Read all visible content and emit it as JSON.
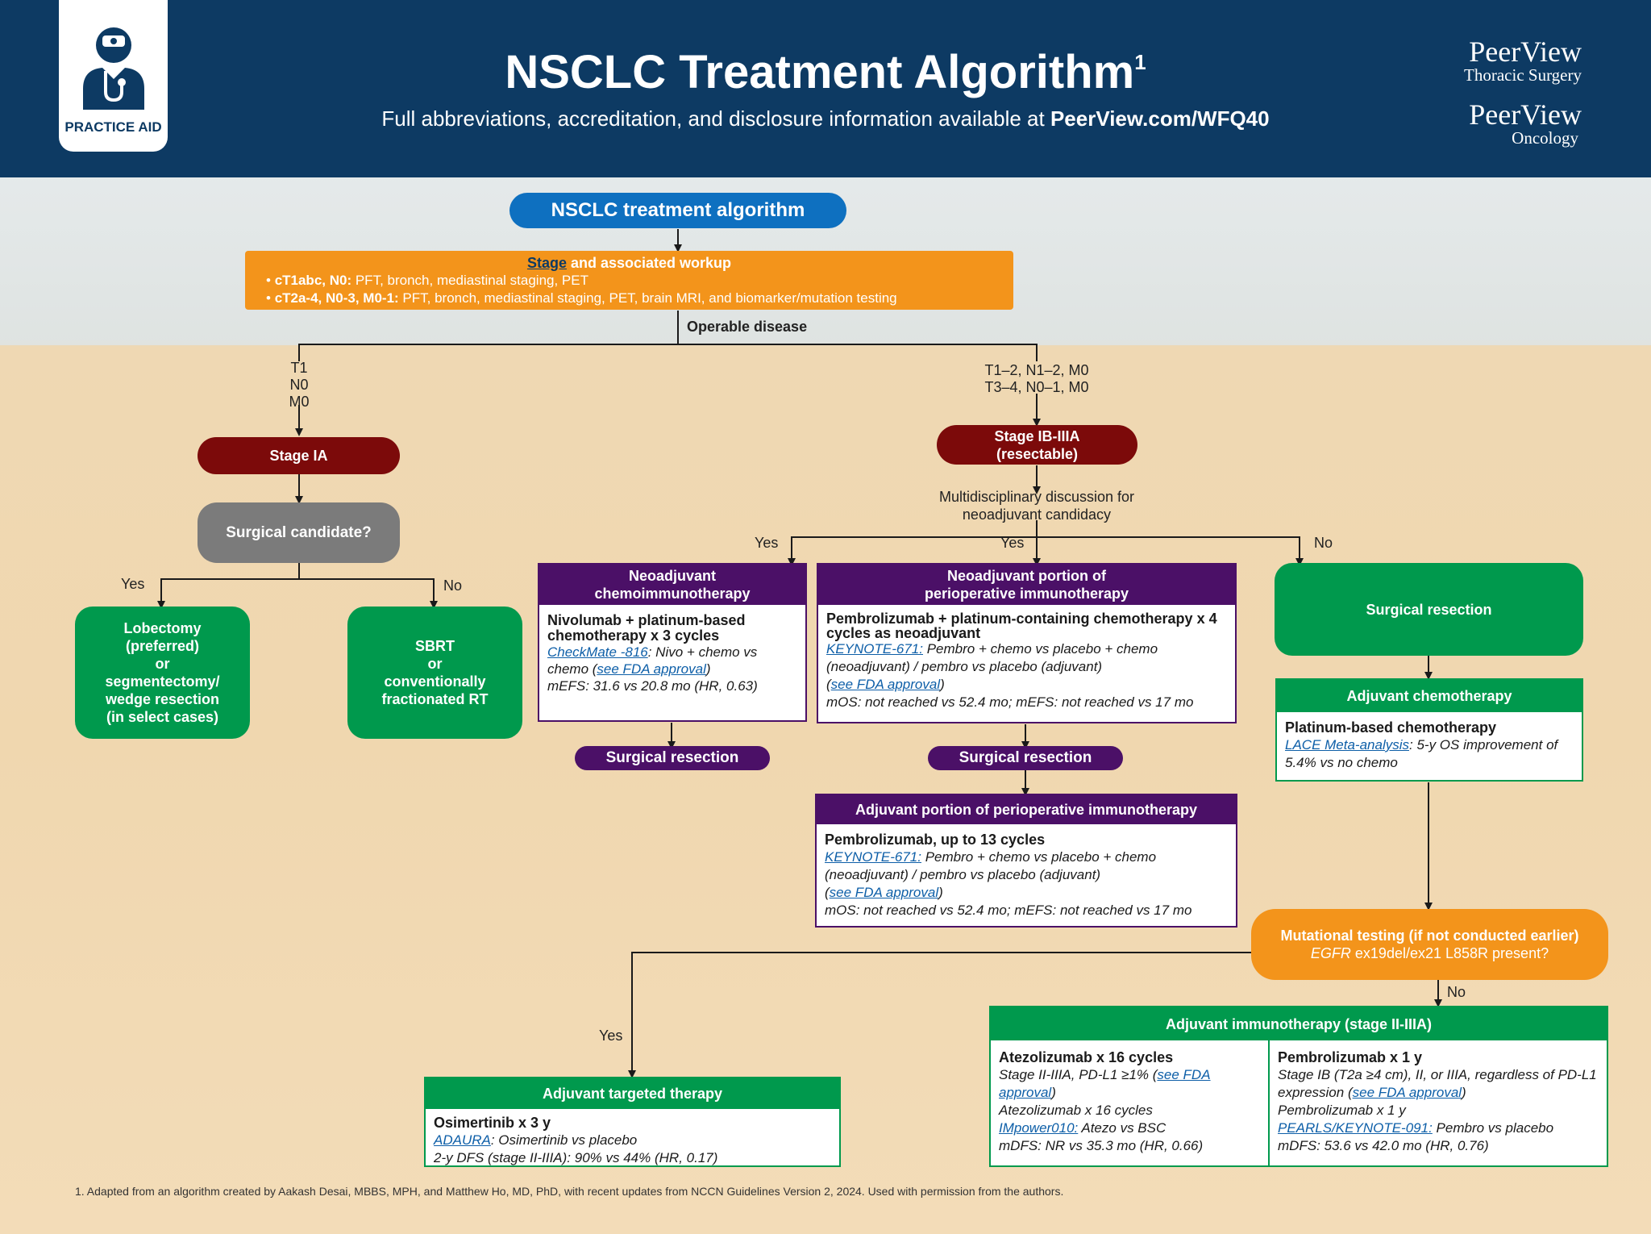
{
  "header": {
    "badge_label": "PRACTICE AID",
    "title": "NSCLC Treatment Algorithm",
    "title_sup": "1",
    "subtitle_prefix": "Full abbreviations, accreditation, and disclosure information available at ",
    "subtitle_link": "PeerView.com/WFQ40",
    "brand1_name": "PeerView",
    "brand1_sub": "Thoracic Surgery",
    "brand2_name": "PeerView",
    "brand2_sub": "Oncology"
  },
  "root": "NSCLC treatment algorithm",
  "workup": {
    "title_link": "Stage",
    "title_rest": " and associated workup",
    "line1_bold": "cT1abc, N0:",
    "line1_rest": " PFT, bronch, mediastinal staging, PET",
    "line2_bold": "cT2a-4, N0-3, M0-1:",
    "line2_rest": " PFT, bronch, mediastinal staging, PET, brain MRI, and biomarker/mutation testing"
  },
  "operable": "Operable disease",
  "left_branch": {
    "label": [
      "T1",
      "N0",
      "M0"
    ],
    "stage": "Stage IA",
    "question": "Surgical candidate?",
    "yes": "Yes",
    "no": "No",
    "lobectomy": [
      "Lobectomy",
      "(preferred)",
      "or",
      "segmentectomy/",
      "wedge resection",
      "(in select cases)"
    ],
    "sbrt": [
      "SBRT",
      "or",
      "conventionally",
      "fractionated RT"
    ]
  },
  "right_branch": {
    "label": [
      "T1–2, N1–2, M0",
      "T3–4, N0–1, M0"
    ],
    "stage": [
      "Stage IB-IIIA",
      "(resectable)"
    ],
    "discussion": [
      "Multidisciplinary discussion for",
      "neoadjuvant candidacy"
    ],
    "yes1": "Yes",
    "yes2": "Yes",
    "no": "No"
  },
  "neo_chemo": {
    "header": [
      "Neoadjuvant",
      "chemoimmunotherapy"
    ],
    "strong": "Nivolumab + platinum-based chemotherapy x 3 cycles",
    "trial": "CheckMate -816",
    "trial_rest": ": Nivo + chemo vs chemo (",
    "fda": "see FDA approval",
    "fda_close": ")",
    "result": "mEFS: 31.6 vs 20.8 mo (HR, 0.63)"
  },
  "neo_peri": {
    "header": [
      "Neoadjuvant portion of",
      "perioperative immunotherapy"
    ],
    "strong": "Pembrolizumab + platinum-containing chemotherapy x 4 cycles as neoadjuvant",
    "trial": "KEYNOTE-671:",
    "trial_rest": " Pembro + chemo vs placebo + chemo (neoadjuvant) / pembro vs placebo (adjuvant)",
    "fda_open": "(",
    "fda": "see FDA approval",
    "fda_close": ")",
    "result": "mOS: not reached vs 52.4 mo; mEFS: not reached vs 17 mo"
  },
  "surgical_resection_1": "Surgical resection",
  "surgical_resection_2": "Surgical resection",
  "surgical_resection_3": "Surgical resection",
  "adj_peri": {
    "header": "Adjuvant portion of perioperative immunotherapy",
    "strong": "Pembrolizumab, up to 13 cycles",
    "trial": "KEYNOTE-671:",
    "trial_rest": " Pembro + chemo vs placebo + chemo (neoadjuvant) / pembro vs placebo (adjuvant)",
    "fda_open": "(",
    "fda": "see FDA approval",
    "fda_close": ")",
    "result": "mOS: not reached vs 52.4 mo; mEFS: not reached vs 17 mo"
  },
  "adj_chemo": {
    "header": "Adjuvant chemotherapy",
    "strong": "Platinum-based chemotherapy",
    "trial": "LACE Meta-analysis",
    "trial_rest": ": 5-y OS improvement of 5.4% vs no chemo"
  },
  "mutational": {
    "line1": "Mutational testing (if not conducted earlier)",
    "gene": "EGFR",
    "line2_rest": " ex19del/ex21 L858R present?",
    "yes": "Yes",
    "no": "No"
  },
  "adj_targeted": {
    "header": "Adjuvant targeted therapy",
    "strong": "Osimertinib x 3 y",
    "trial": "ADAURA",
    "trial_rest": ": Osimertinib vs placebo",
    "result": "2-y DFS (stage II-IIIA): 90% vs 44% (HR, 0.17)"
  },
  "adj_immuno": {
    "header": "Adjuvant immunotherapy (stage II-IIIA)",
    "col1": {
      "strong": "Atezolizumab x 16 cycles",
      "line1": "Stage II-IIIA, PD-L1 ≥1% (",
      "fda": "see FDA approval",
      "fda_close": ")",
      "line2": "Atezolizumab x 16 cycles",
      "trial": "IMpower010:",
      "trial_rest": " Atezo vs BSC",
      "result": "mDFS: NR vs 35.3 mo (HR, 0.66)"
    },
    "col2": {
      "strong": "Pembrolizumab x 1 y",
      "line1": "Stage IB (T2a ≥4 cm), II, or IIIA, regardless of PD-L1 expression ",
      "fda_open": "(",
      "fda": "see FDA approval",
      "fda_close": ")",
      "line2": "Pembrolizumab x 1 y",
      "trial": "PEARLS/KEYNOTE-091:",
      "trial_rest": " Pembro vs placebo",
      "result": "mDFS: 53.6 vs 42.0 mo (HR, 0.76)"
    }
  },
  "footnote": "1. Adapted from an algorithm created by Aakash Desai, MBBS, MPH, and Matthew Ho, MD, PhD, with recent updates from NCCN Guidelines Version 2, 2024. Used with permission from the authors.",
  "colors": {
    "navy": "#0d3a63",
    "blue": "#0e70c0",
    "orange": "#f3941b",
    "dark_red": "#7c0a0a",
    "gray": "#7b7b7b",
    "green": "#00994d",
    "purple": "#4b1067"
  }
}
